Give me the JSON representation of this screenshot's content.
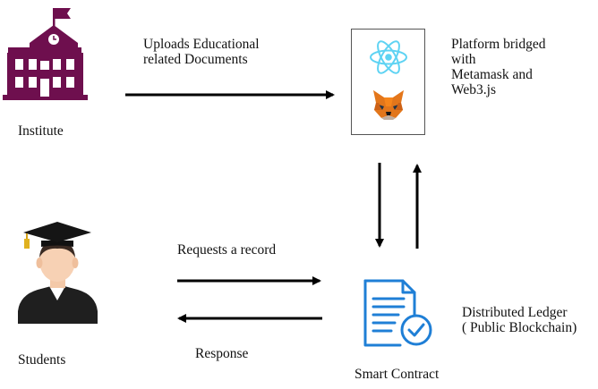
{
  "nodes": {
    "institute": {
      "label": "Institute",
      "icon": "school-building-icon"
    },
    "platform": {
      "label_lines": [
        "Platform bridged",
        "with",
        "Metamask and",
        "Web3.js"
      ],
      "icons": [
        "react-logo-icon",
        "metamask-fox-icon"
      ]
    },
    "students": {
      "label": "Students",
      "icon": "graduate-student-icon"
    },
    "smart_contract": {
      "label": "Smart Contract",
      "icon": "contract-document-check-icon"
    }
  },
  "edges": {
    "uploads": {
      "label_lines": [
        "Uploads Educational",
        "related Documents"
      ]
    },
    "requests": {
      "label": "Requests a record"
    },
    "response": {
      "label": "Response"
    }
  },
  "annotations": {
    "ledger": {
      "label_lines": [
        "Distributed Ledger",
        "( Public Blockchain)"
      ]
    }
  },
  "colors": {
    "institute": "#6e0f4e",
    "react": "#5ed3f3",
    "contract": "#1f7fd6",
    "fox": "#e2761b",
    "arrow": "#000000"
  }
}
